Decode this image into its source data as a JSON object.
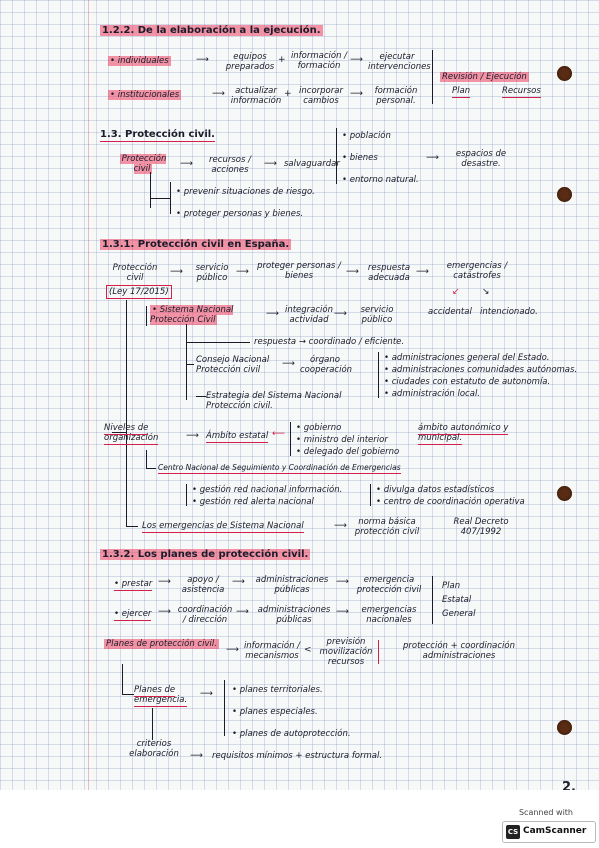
{
  "page_number": "2.",
  "scanner": {
    "label": "Scanned with",
    "brand": "CamScanner",
    "logo_text": "CS"
  },
  "s122": {
    "title": "1.2.2. De la elaboración a la ejecución.",
    "r1": [
      "• individuales",
      "equipos preparados",
      "información / formación",
      "ejecutar intervenciones"
    ],
    "r2": [
      "• institucionales",
      "actualizar información",
      "incorporar cambios",
      "formación personal."
    ],
    "out": [
      "Revisión / Ejecución",
      "Plan",
      "Recursos"
    ]
  },
  "s13": {
    "title": "1.3. Protección civil.",
    "box": "Protección civil",
    "a": [
      "recursos / acciones",
      "salvaguardar"
    ],
    "list": [
      "• población",
      "• bienes",
      "• entorno natural."
    ],
    "extra": "espacios de desastre.",
    "sub": [
      "• prevenir situaciones de riesgo.",
      "• proteger personas y bienes."
    ]
  },
  "s131": {
    "title": "1.3.1. Protección civil en España.",
    "row1": [
      "Protección civil",
      "servicio público",
      "proteger personas / bienes",
      "respuesta adecuada",
      "emergencias / catástrofes"
    ],
    "law": "(Ley 17/2015)",
    "emerg": [
      "accidental",
      "intencionado."
    ],
    "sist": [
      "• Sistema Nacional Protección Civil",
      "integración actividad",
      "servicio público"
    ],
    "resp": "respuesta → coordinado / eficiente.",
    "consejo": [
      "Consejo Nacional Protección civil",
      "órgano cooperación"
    ],
    "consejo_list": [
      "• administraciones general del Estado.",
      "• administraciones comunidades autónomas.",
      "• ciudades con estatuto de autonomía.",
      "• administración local."
    ],
    "estrategia": "Estrategia del Sistema Nacional Protección civil.",
    "niveles": [
      "Niveles de organización",
      "Ámbito estatal"
    ],
    "niveles_list": [
      "• gobierno",
      "• ministro del interior",
      "• delegado del gobierno"
    ],
    "ambito": "ámbito autonómico y municipal.",
    "centro": "Centro Nacional de Seguimiento y Coordinación de Emergencias",
    "centro_l": [
      "• gestión red nacional información.",
      "• gestión red alerta nacional"
    ],
    "centro_r": [
      "• divulga datos estadísticos",
      "• centro de coordinación operativa"
    ],
    "planes": [
      "Los emergencias de Sistema Nacional",
      "norma básica protección civil",
      "Real Decreto 407/1992"
    ]
  },
  "s132": {
    "title": "1.3.2. Los planes de protección civil.",
    "p1": [
      "• prestar",
      "apoyo / asistencia",
      "administraciones públicas",
      "emergencia protección civil"
    ],
    "p2": [
      "• ejercer",
      "coordinación / dirección",
      "administraciones públicas",
      "emergencias nacionales"
    ],
    "right": [
      "Plan",
      "Estatal",
      "General"
    ],
    "box": "Planes de protección civil.",
    "mid": [
      "información / mecanismos",
      "previsión movilización recursos",
      "protección + coordinación administraciones"
    ],
    "planes": "Planes de emergencia.",
    "list": [
      "• planes territoriales.",
      "• planes especiales.",
      "• planes de autoprotección."
    ],
    "criterios": "criterios elaboración",
    "req": "requisitos mínimos + estructura formal."
  }
}
